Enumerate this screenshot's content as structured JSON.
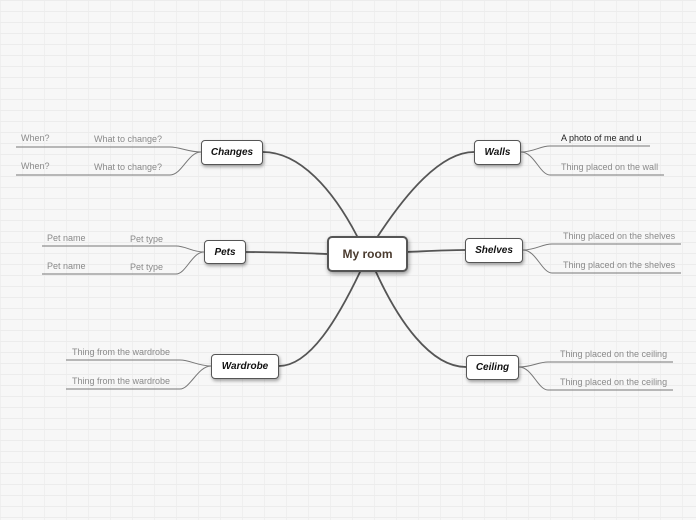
{
  "central": "My room",
  "branches": {
    "changes": {
      "label": "Changes",
      "items": [
        [
          "When?",
          "What to change?"
        ],
        [
          "When?",
          "What to change?"
        ]
      ]
    },
    "pets": {
      "label": "Pets",
      "items": [
        [
          "Pet name",
          "Pet type"
        ],
        [
          "Pet name",
          "Pet type"
        ]
      ]
    },
    "wardrobe": {
      "label": "Wardrobe",
      "items": [
        "Thing from the wardrobe",
        "Thing from the wardrobe"
      ]
    },
    "walls": {
      "label": "Walls",
      "items": [
        "A photo of me and u",
        "Thing placed on the wall"
      ]
    },
    "shelves": {
      "label": "Shelves",
      "items": [
        "Thing placed on the shelves",
        "Thing placed on the shelves"
      ]
    },
    "ceiling": {
      "label": "Ceiling",
      "items": [
        "Thing placed on the ceiling",
        "Thing placed on the ceiling"
      ]
    }
  },
  "colors": {
    "line": "#555555",
    "leaf_line": "#777777",
    "leaf_text": "#8a8a8a"
  }
}
